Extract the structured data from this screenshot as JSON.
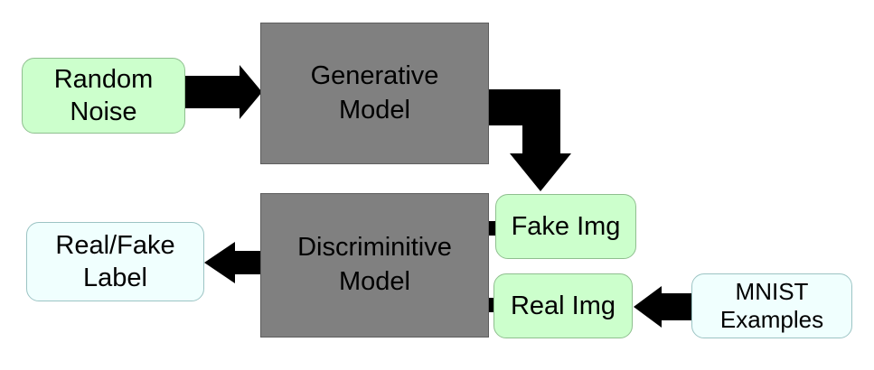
{
  "nodes": {
    "random_noise": "Random\nNoise",
    "generative_model": "Generative\nModel",
    "fake_img": "Fake Img",
    "discriminitive_model": "Discriminitive\nModel",
    "real_img": "Real Img",
    "real_fake_label": "Real/Fake\nLabel",
    "mnist_examples": "MNIST\nExamples"
  },
  "colors": {
    "input_box": "#ccffcc",
    "model_box": "#808080",
    "output_box": "#f0fffe",
    "arrow": "#000000"
  }
}
